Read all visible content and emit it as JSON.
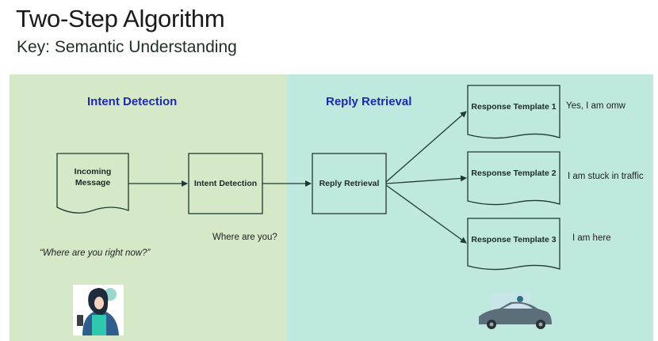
{
  "slide": {
    "title": "Two-Step Algorithm",
    "subtitle": "Key: Semantic Understanding"
  },
  "sections": {
    "left_heading": "Intent Detection",
    "right_heading": "Reply Retrieval"
  },
  "nodes": {
    "incoming_message": "Incoming Message",
    "intent_detection": "Intent Detection",
    "reply_retrieval": "Reply Retrieval",
    "templates": [
      "Response Template 1",
      "Response Template 2",
      "Response Template 3"
    ]
  },
  "replies": [
    "Yes, I am omw",
    "I am stuck in traffic",
    "I am here"
  ],
  "notes": {
    "example_message": "“Where are you right now?”",
    "detected_intent": "Where are you?"
  },
  "colors": {
    "left_panel": "#d5e8c8",
    "right_panel": "#bfe8df",
    "node_stroke": "#1f3a33",
    "heading": "#1c2ab0"
  },
  "illustrations": [
    "person-illustration",
    "car-illustration"
  ]
}
